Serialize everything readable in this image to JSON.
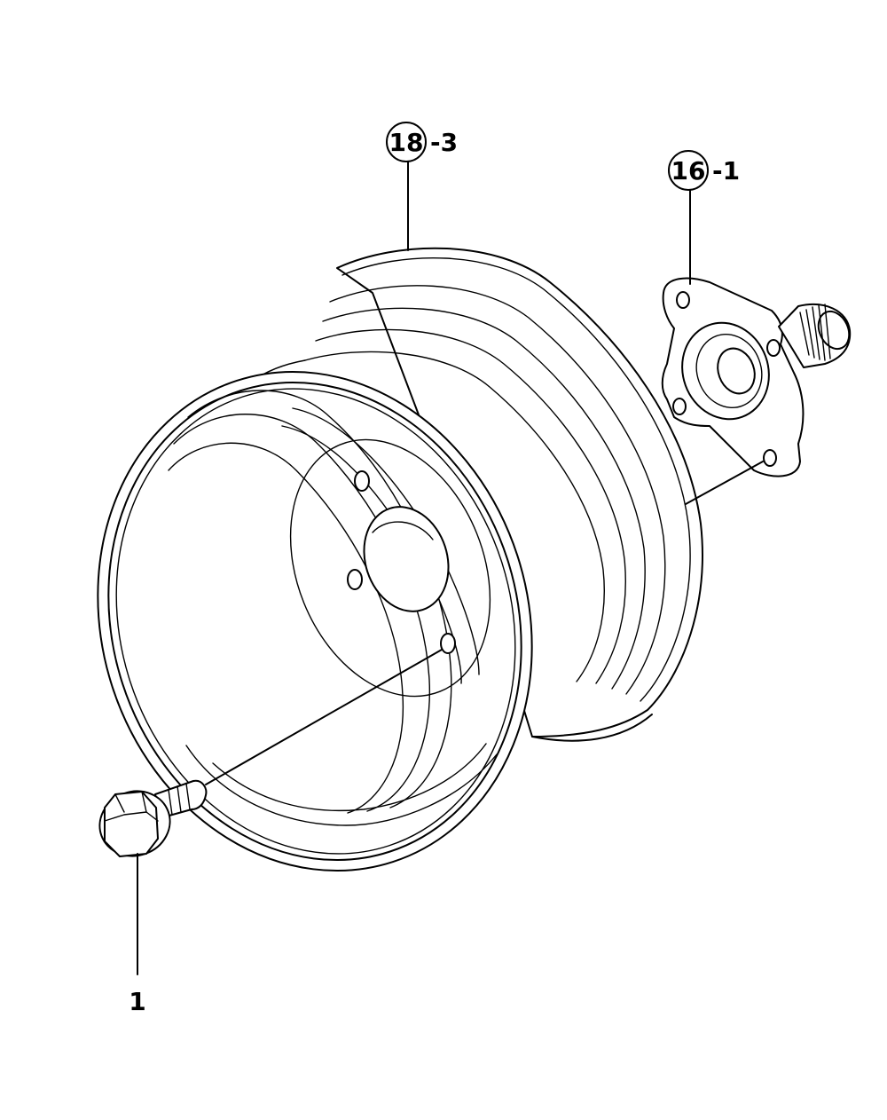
{
  "diagram": {
    "callouts": [
      {
        "id": "wheel",
        "number": "18",
        "suffix": "-3"
      },
      {
        "id": "hub",
        "number": "16",
        "suffix": "-1"
      },
      {
        "id": "bolt",
        "number": "1"
      }
    ]
  }
}
